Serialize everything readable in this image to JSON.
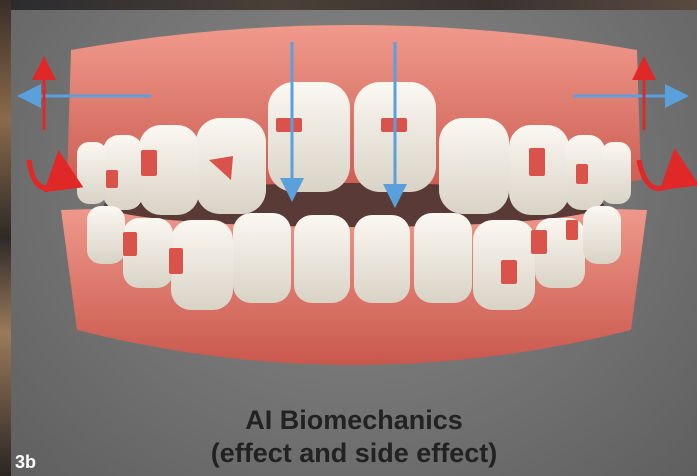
{
  "figure": {
    "label": "3b",
    "title_line1": "AI Biomechanics",
    "title_line2": "(effect and side effect)"
  },
  "colors": {
    "background": "#7a7a7a",
    "gum": "#e07a6e",
    "tooth": "#f3efe6",
    "attachment": "#d9534a",
    "arrow_blue": "#5aa0dc",
    "arrow_red": "#e02828"
  },
  "icons": {
    "vertical_arrows": "down-arrow-icon",
    "horizontal_arrows": "double-arrow-icon",
    "rotation_arrows": "rotate-arrow-icon"
  }
}
